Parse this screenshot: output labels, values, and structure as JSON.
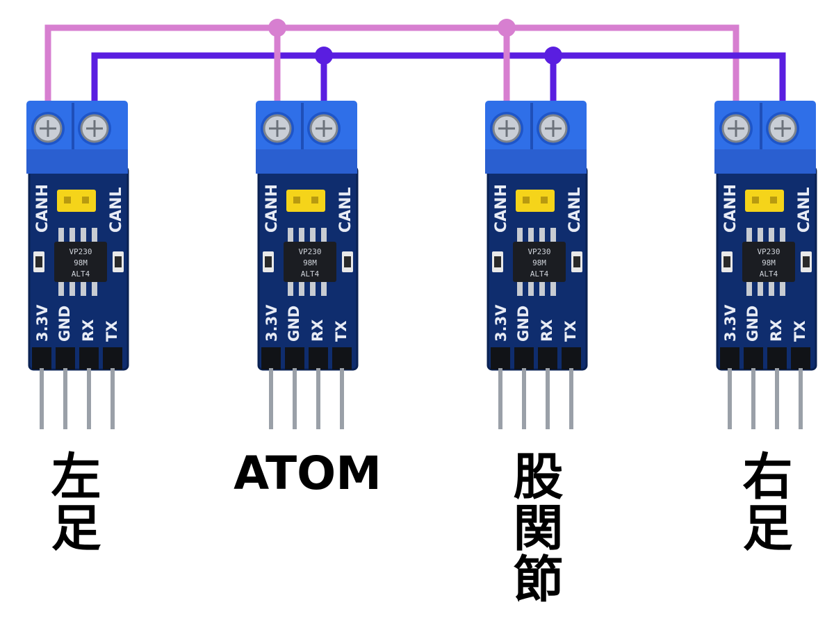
{
  "colors": {
    "canh_wire": "#d77fd0",
    "canl_wire": "#5a1ee0",
    "terminal_block": "#2f6fe8",
    "pcb": "#0f2d6e",
    "jumper": "#f5d41a",
    "pin": "#9aa0a8"
  },
  "pcb_labels": {
    "canh": "CANH",
    "canl": "CANL",
    "v33": "3.3V",
    "gnd": "GND",
    "rx": "RX",
    "tx": "TX",
    "chip_line1": "VP230",
    "chip_line2": "98M",
    "chip_line3": "ALT4"
  },
  "modules": [
    {
      "id": "left-foot",
      "label": "左足"
    },
    {
      "id": "atom",
      "label": "ATOM"
    },
    {
      "id": "hip-joint",
      "label": "股関節"
    },
    {
      "id": "right-foot",
      "label": "右足"
    }
  ]
}
